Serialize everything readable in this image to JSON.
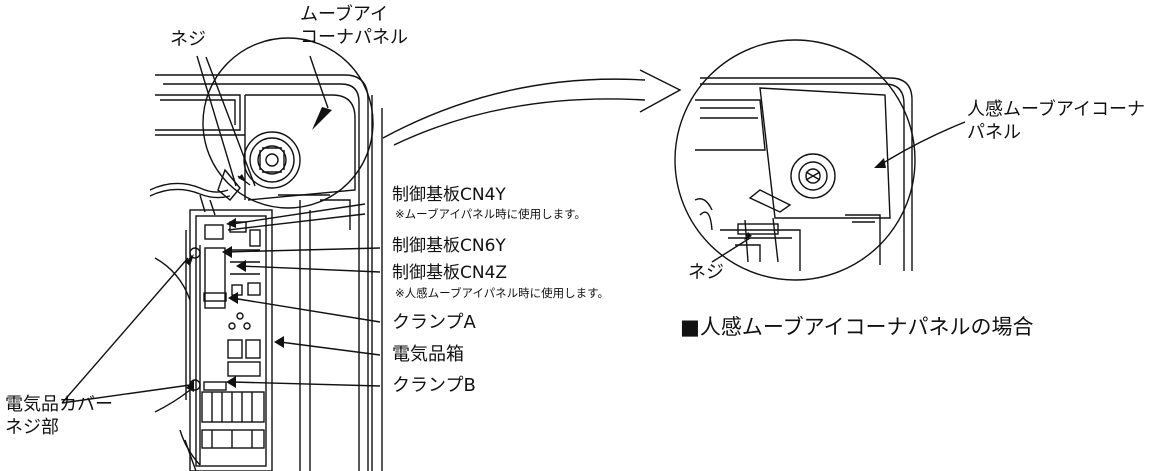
{
  "labels": {
    "screw_top": "ネジ",
    "move_eye_panel_1": "ムーブアイ",
    "move_eye_panel_2": "コーナパネル",
    "cn4y": "制御基板CN4Y",
    "cn4y_note": "※ムーブアイパネル時に使用します。",
    "cn6y": "制御基板CN6Y",
    "cn4z": "制御基板CN4Z",
    "cn4z_note": "※人感ムーブアイパネル時に使用します。",
    "clamp_a": "クランプA",
    "electrical_box": "電気品箱",
    "clamp_b": "クランプB",
    "cover_screw_1": "電気品カバー",
    "cover_screw_2": "ネジ部",
    "human_panel_1": "人感ムーブアイコーナ",
    "human_panel_2": "パネル",
    "screw_right": "ネジ",
    "heading": "■人感ムーブアイコーナパネルの場合"
  }
}
